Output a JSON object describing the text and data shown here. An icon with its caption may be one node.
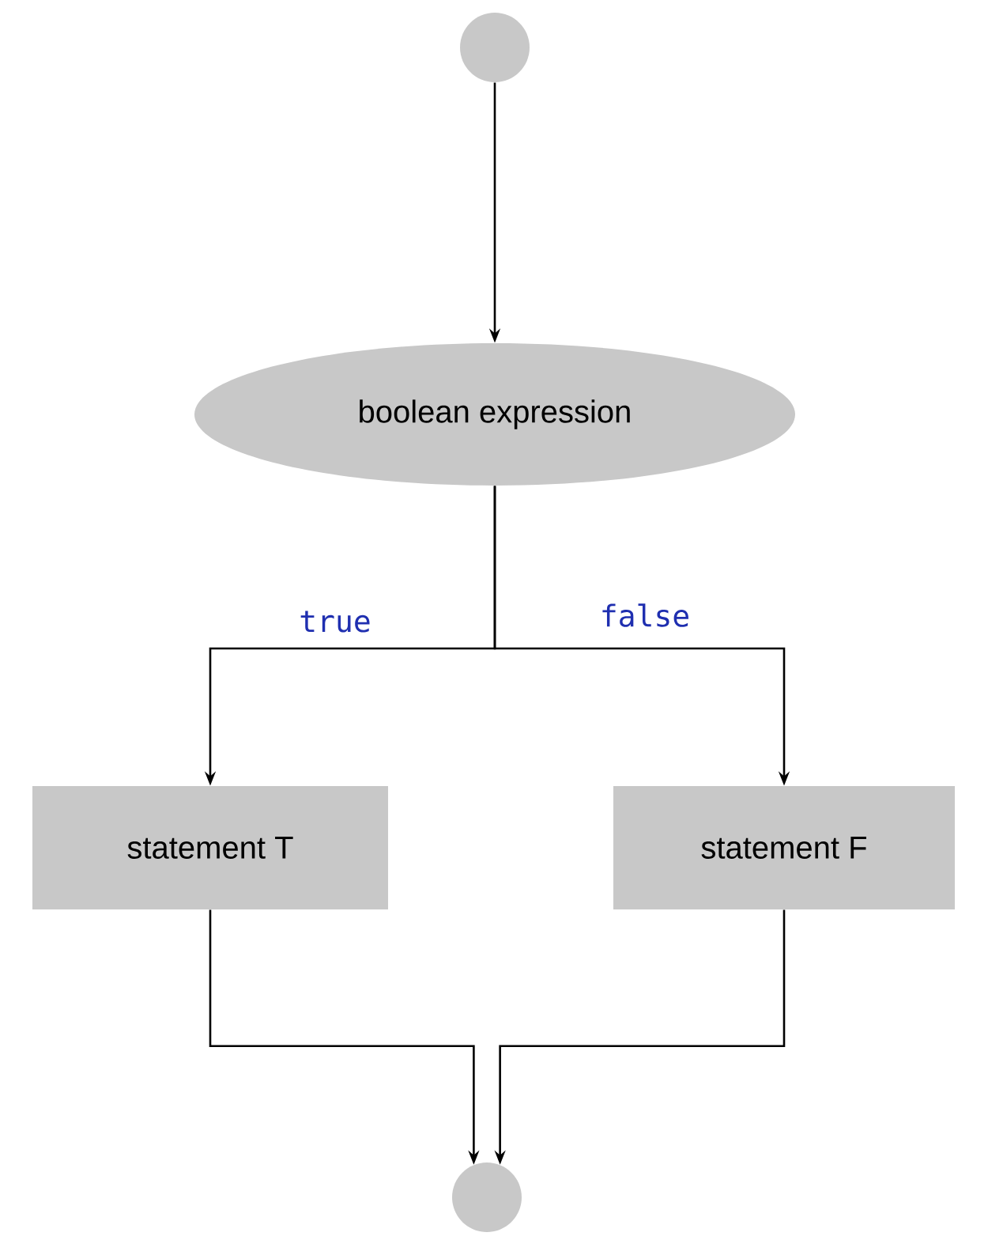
{
  "diagram": {
    "nodes": [
      {
        "text": [],
        "shape": "circle"
      },
      {
        "text": [
          "boolean expression"
        ]
      },
      {
        "text": [
          "statement T"
        ]
      },
      {
        "text": [
          "statement F"
        ]
      },
      {
        "text": [],
        "shape": "circle"
      }
    ],
    "edges": [
      {
        "from": 0,
        "to": 1,
        "arrow": "to"
      },
      {
        "from": 1,
        "to": 2,
        "arrow": "to",
        "label": "true"
      },
      {
        "from": 1,
        "to": 3,
        "arrow": "to",
        "label": "false"
      },
      {
        "from": 2,
        "to": 4,
        "arrow": "to"
      },
      {
        "from": 3,
        "to": 4,
        "arrow": "to"
      }
    ]
  }
}
